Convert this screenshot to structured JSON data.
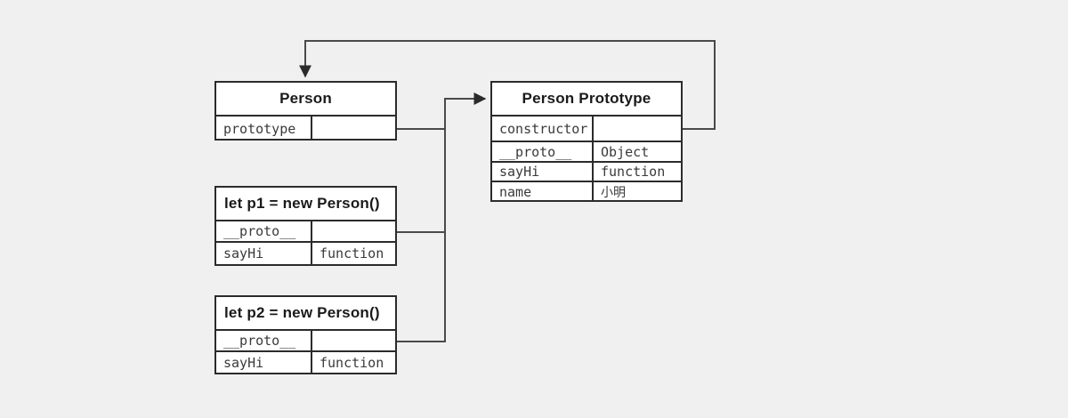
{
  "diagram": {
    "title": "JavaScript prototype chain diagram",
    "background_color": "#f0f0f0",
    "line_color": "#4a4a4a",
    "border_color": "#2b2b2b"
  },
  "nodes": {
    "person": {
      "title": "Person",
      "rows": [
        {
          "key": "prototype",
          "value": ""
        }
      ]
    },
    "person_prototype": {
      "title": "Person Prototype",
      "rows": [
        {
          "key": "constructor",
          "value": ""
        },
        {
          "key": "__proto__",
          "value": "Object"
        },
        {
          "key": "sayHi",
          "value": "function"
        },
        {
          "key": "name",
          "value": "小明"
        }
      ]
    },
    "p1": {
      "title": "let p1 = new Person()",
      "rows": [
        {
          "key": "__proto__",
          "value": ""
        },
        {
          "key": "sayHi",
          "value": "function"
        }
      ]
    },
    "p2": {
      "title": "let p2 = new Person()",
      "rows": [
        {
          "key": "__proto__",
          "value": ""
        },
        {
          "key": "sayHi",
          "value": "function"
        }
      ]
    }
  },
  "connectors": [
    {
      "name": "person-prototype-to-person-prototype-box",
      "from": "person.prototype",
      "to": "person_prototype",
      "arrow": true
    },
    {
      "name": "p1-proto-to-person-prototype-box",
      "from": "p1.__proto__",
      "to": "person_prototype",
      "arrow": true
    },
    {
      "name": "p2-proto-to-person-prototype-box",
      "from": "p2.__proto__",
      "to": "person_prototype",
      "arrow": true
    },
    {
      "name": "constructor-to-person-box",
      "from": "person_prototype.constructor",
      "to": "person",
      "arrow": true
    }
  ]
}
